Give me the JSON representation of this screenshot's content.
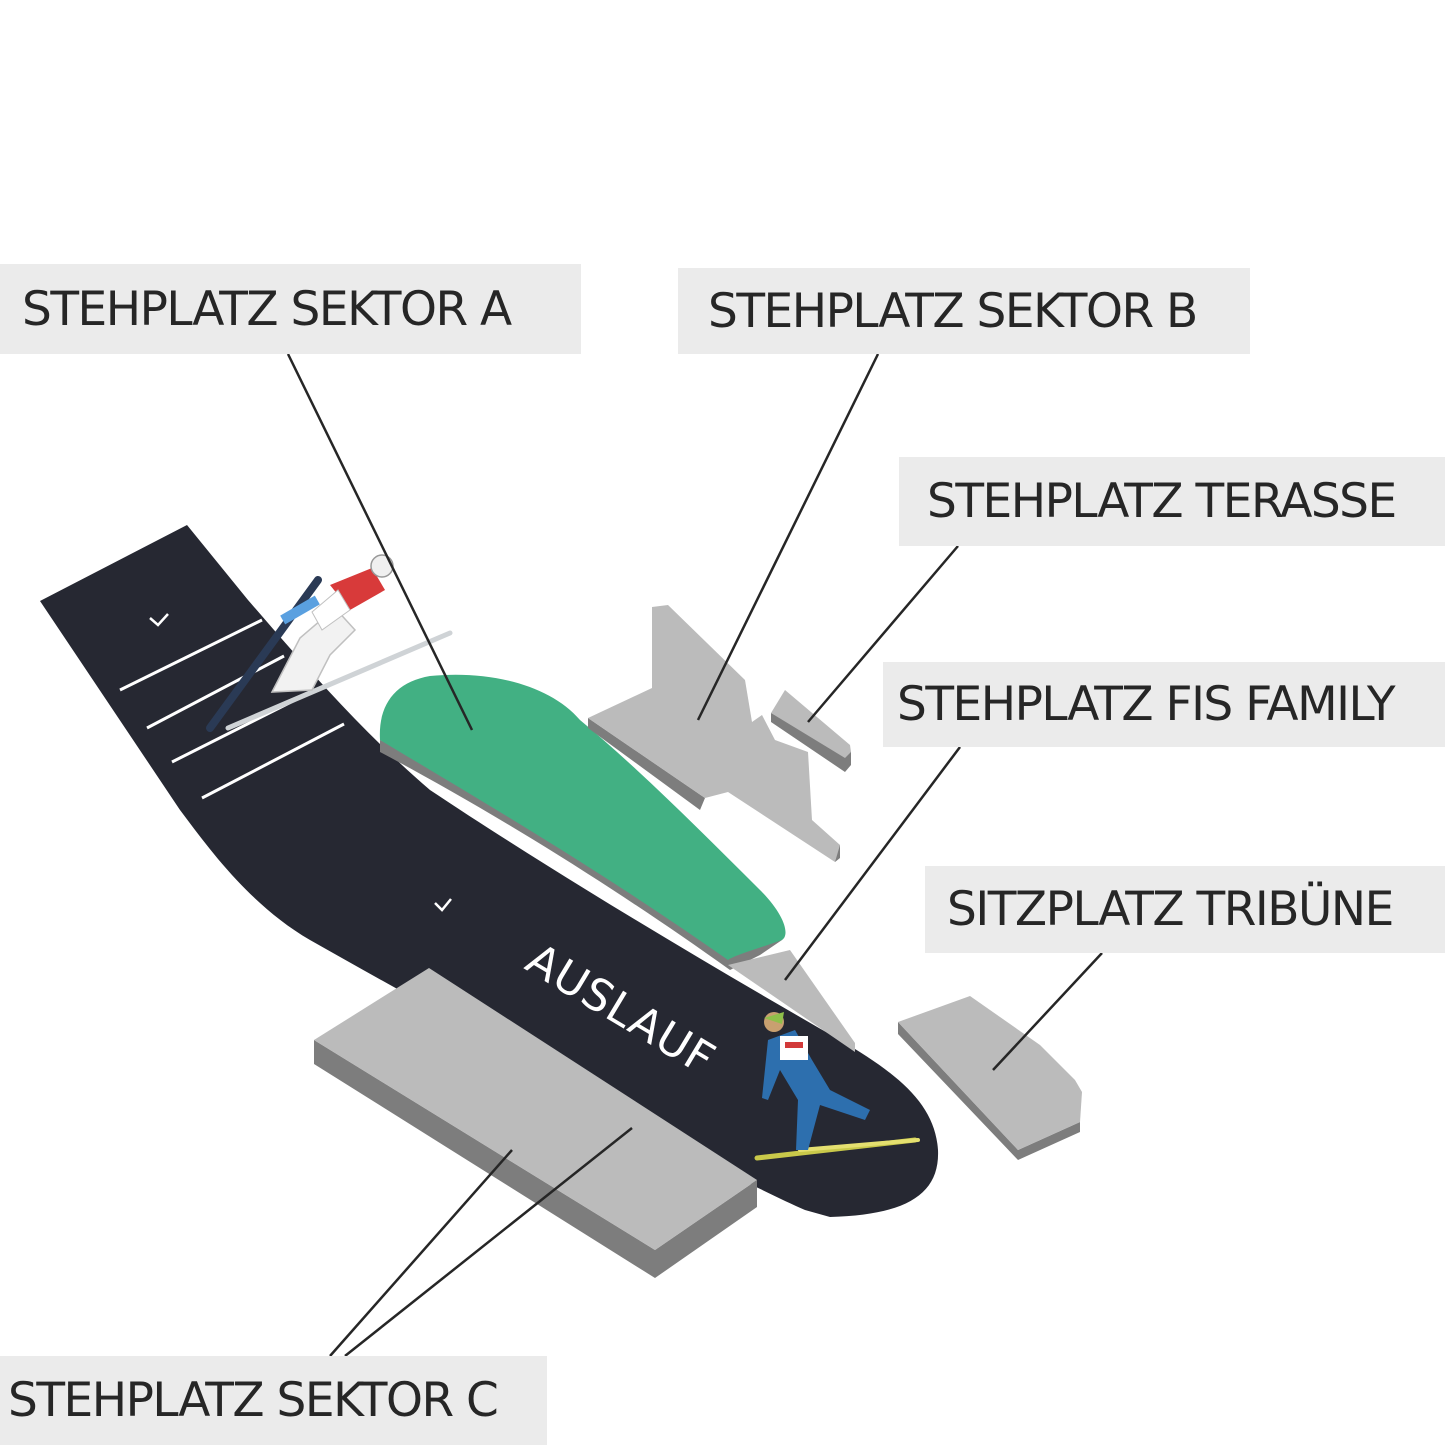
{
  "labels": {
    "sektor_a": "STEHPLATZ SEKTOR A",
    "sektor_b": "STEHPLATZ SEKTOR B",
    "terasse": "STEHPLATZ TERASSE",
    "fis_family": "STEHPLATZ FIS FAMILY",
    "tribuene": "SITZPLATZ TRIBÜNE",
    "sektor_c": "STEHPLATZ SEKTOR C"
  },
  "hill": {
    "outrun_label": "AUSLAUF"
  },
  "colors": {
    "hill": "#262832",
    "sektor_a": "#42b083",
    "zone_top": "#bbbbbb",
    "zone_side": "#7d7d7d",
    "label_bg": "#ebebeb",
    "label_text": "#262626",
    "leader_line": "#262626"
  },
  "icons": {
    "jumper_flight": "ski-jumper-flight-icon",
    "jumper_landing": "ski-jumper-landing-icon",
    "direction_marker": "chevron-down-icon"
  }
}
